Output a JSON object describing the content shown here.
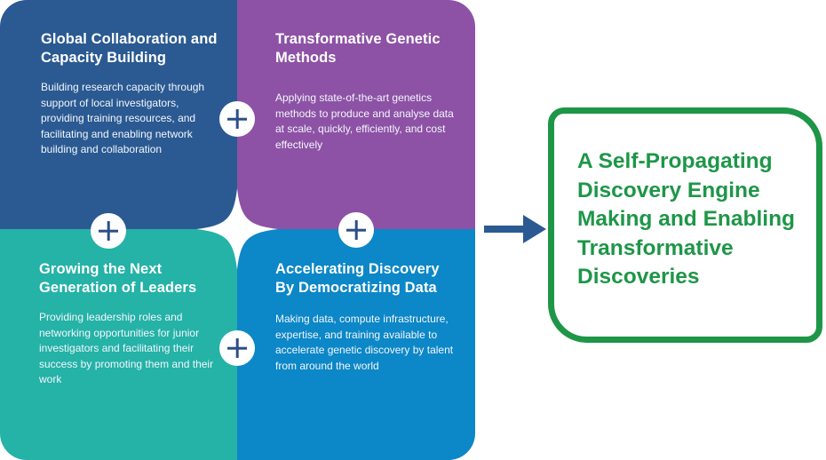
{
  "quadrants": {
    "top_left": {
      "title": "Global Collaboration and Capacity Building",
      "body": "Building research capacity through support of local investigators, providing training resources, and facilitating and enabling network building and collaboration",
      "color": "#2b5a92"
    },
    "top_right": {
      "title": "Transformative Genetic Methods",
      "body": "Applying state-of-the-art genetics methods to produce and analyse data at scale, quickly, efficiently, and cost effectively",
      "color": "#8d52a5"
    },
    "bottom_left": {
      "title": "Growing the Next Generation of Leaders",
      "body": "Providing leadership roles and networking opportunities for junior investigators and facilitating their success by promoting them and their work",
      "color": "#25b2a7"
    },
    "bottom_right": {
      "title": "Accelerating Discovery By Democratizing Data",
      "body": "Making data, compute infrastructure, expertise, and training available to accelerate genetic discovery by talent from around the world",
      "color": "#0c87c7"
    }
  },
  "connectors": {
    "icon": "plus-icon",
    "color": "#2b4f86"
  },
  "arrow": {
    "icon": "arrow-right-icon",
    "color": "#2b5a92"
  },
  "outcome": {
    "text": "A Self-Propagating Discovery Engine Making and Enabling Transformative Discoveries",
    "color": "#1e9648"
  }
}
